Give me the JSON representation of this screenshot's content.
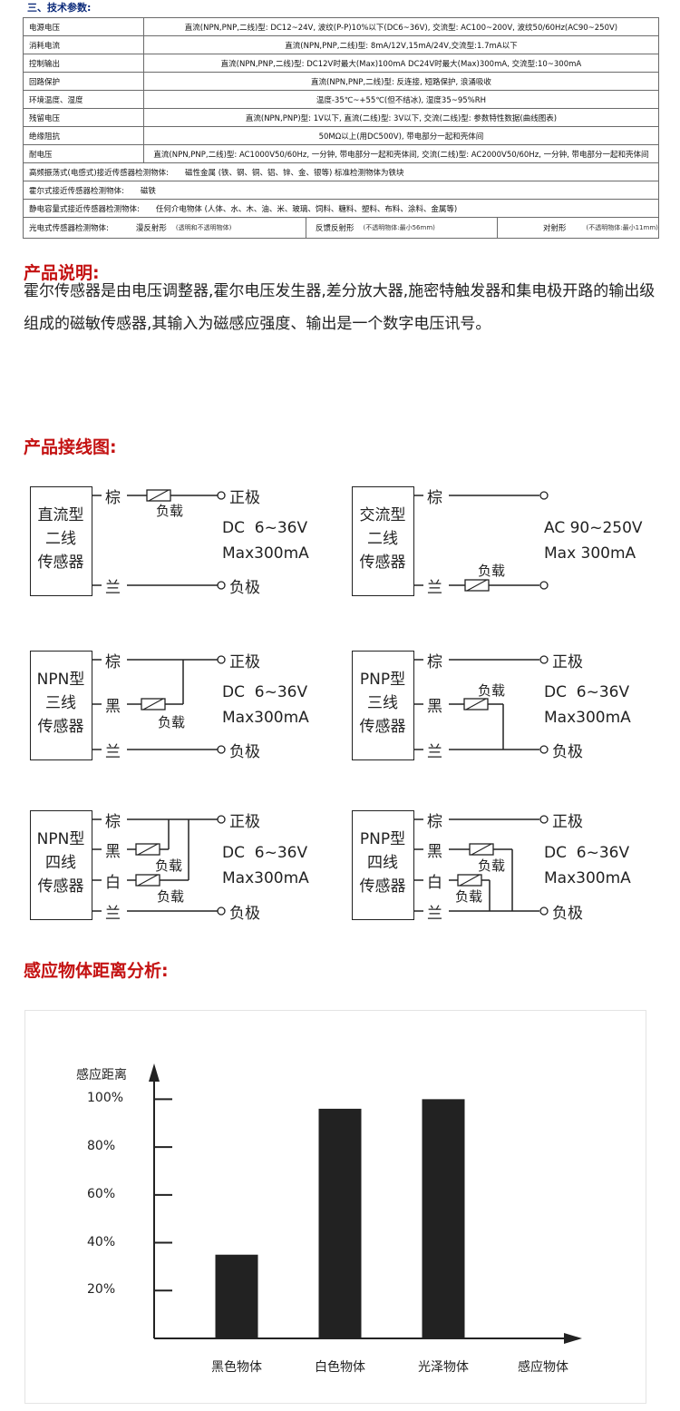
{
  "spec": {
    "title": "三、技术参数:",
    "rows": [
      {
        "k": "电源电压",
        "v": "直流(NPN,PNP,二线)型: DC12~24V, 波纹(P-P)10%以下(DC6~36V), 交流型: AC100~200V, 波纹50/60Hz(AC90~250V)"
      },
      {
        "k": "消耗电流",
        "v": "直流(NPN,PNP,二线)型: 8mA/12V,15mA/24V,交流型:1.7mA以下"
      },
      {
        "k": "控制输出",
        "v": "直流(NPN,PNP,二线)型: DC12V时最大(Max)100mA DC24V时最大(Max)300mA, 交流型:10~300mA"
      },
      {
        "k": "回路保护",
        "v": "直流(NPN,PNP,二线)型: 反连接, 短路保护, 浪涌吸收"
      },
      {
        "k": "环境温度、湿度",
        "v": "温度-35℃~+55℃(但不结冰), 湿度35~95%RH"
      },
      {
        "k": "残留电压",
        "v": "直流(NPN,PNP)型: 1V以下, 直流(二线)型: 3V以下, 交流(二线)型: 参数特性数据(曲线图表)"
      },
      {
        "k": "绝缘阻抗",
        "v": "50MΩ以上(用DC500V), 带电部分一起和壳体间"
      },
      {
        "k": "耐电压",
        "v": "直流(NPN,PNP,二线)型: AC1000V50/60Hz, 一分钟, 带电部分一起和壳体间, 交流(二线)型: AC2000V50/60Hz, 一分钟, 带电部分一起和壳体间"
      }
    ],
    "high_freq": {
      "k": "高频振荡式(电感式)接近传感器检测物体:",
      "v": "磁性金属 (铁、钢、铜、铝、锌、金、银等)   标准检测物体为铁块"
    },
    "hall": {
      "k": "霍尔式接近传感器检测物体:",
      "v": "磁铁"
    },
    "capacitive": {
      "k": "静电容量式接近传感器检测物体:",
      "v": "任何介电物体 (人体、水、木、油、米、玻璃、饲料、糖料、塑料、布料、涂料、金属等)"
    },
    "photo": {
      "k": "光电式传感器检测物体:",
      "diffuse": "漫反射形",
      "diffuse_note": "(透明和不透明物体)",
      "reflect": "反馈反射形",
      "reflect_note": "(不透明物体:最小56mm)",
      "through": "对射形",
      "through_note": "(不透明物体:最小11mm)"
    }
  },
  "desc": {
    "heading": "产品说明:",
    "text": "霍尔传感器是由电压调整器,霍尔电压发生器,差分放大器,施密特触发器和集电极开路的输出级组成的磁敏传感器,其输入为磁感应强度、输出是一个数字电压讯号。"
  },
  "wiring": {
    "heading": "产品接线图:",
    "brown": "棕",
    "black": "黑",
    "white": "白",
    "blue": "兰",
    "load": "负载",
    "pos": "正极",
    "neg": "负极",
    "dc_v": "DC  6~36V",
    "dc_i": "Max300mA",
    "ac_v": "AC 90~250V",
    "ac_i": "Max 300mA",
    "d1": {
      "l1": "直流型",
      "l2": "二线",
      "l3": "传感器"
    },
    "d2": {
      "l1": "交流型",
      "l2": "二线",
      "l3": "传感器"
    },
    "d3": {
      "l1": "NPN型",
      "l2": "三线",
      "l3": "传感器"
    },
    "d4": {
      "l1": "PNP型",
      "l2": "三线",
      "l3": "传感器"
    },
    "d5": {
      "l1": "NPN型",
      "l2": "四线",
      "l3": "传感器"
    },
    "d6": {
      "l1": "PNP型",
      "l2": "四线",
      "l3": "传感器"
    }
  },
  "dist_heading": "感应物体距离分析:",
  "chart_data": {
    "type": "bar",
    "ylabel": "感应距离",
    "xlabel": "感应物体",
    "categories": [
      "黑色物体",
      "白色物体",
      "光泽物体"
    ],
    "values": [
      35,
      96,
      100
    ],
    "yticks": [
      "20%",
      "40%",
      "60%",
      "80%",
      "100%"
    ],
    "ylim": [
      0,
      110
    ],
    "bar_color": "#222222",
    "grid": false
  }
}
